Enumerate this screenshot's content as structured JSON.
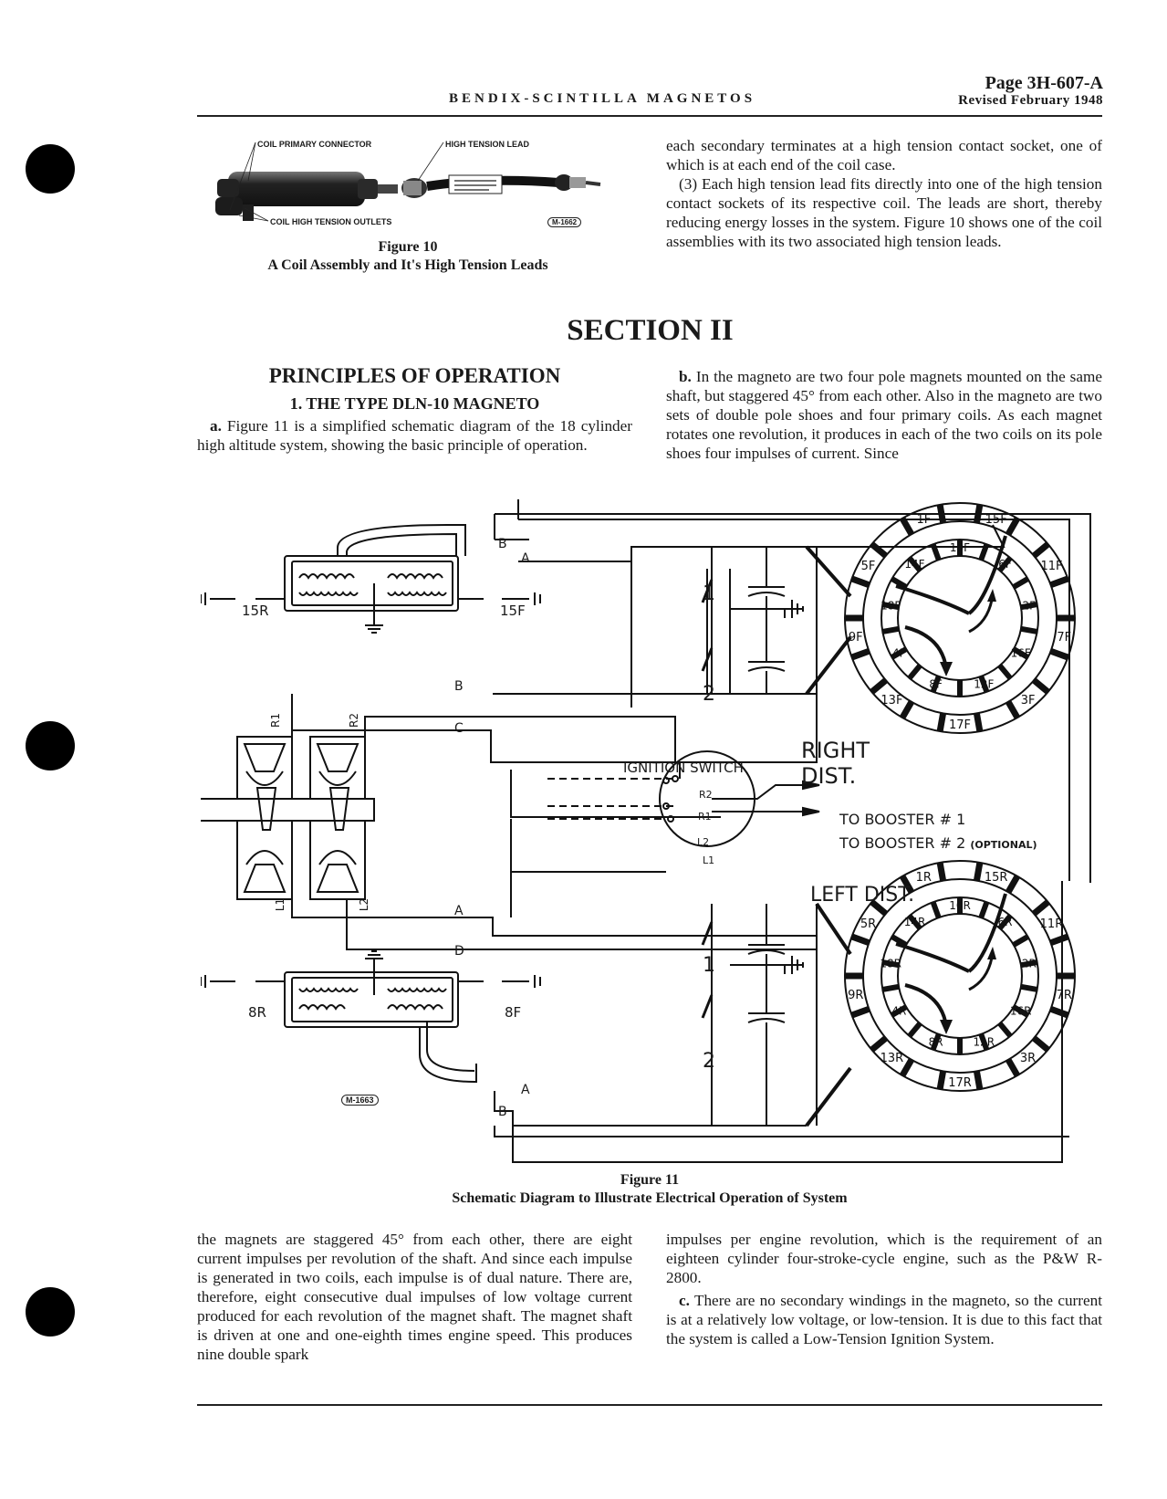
{
  "header": {
    "running_title": "BENDIX-SCINTILLA MAGNETOS",
    "page_number": "Page 3H-607-A",
    "revised": "Revised February 1948"
  },
  "figure10": {
    "label_primary": "COIL PRIMARY CONNECTOR",
    "label_lead": "HIGH TENSION LEAD",
    "label_outlets": "COIL HIGH TENSION OUTLETS",
    "plate": "M-1662",
    "caption_number": "Figure 10",
    "caption_title": "A Coil Assembly and It's High Tension Leads"
  },
  "top_right": {
    "p1": "each secondary terminates at a high tension contact socket, one of which is at each end of the coil case.",
    "p2": "(3) Each high tension lead fits directly into one of the high tension contact sockets of its respective coil. The leads are short, thereby reducing energy losses in the system. Figure 10 shows one of the coil assemblies with its two associated high tension leads."
  },
  "section": {
    "title": "SECTION II",
    "heading": "PRINCIPLES OF OPERATION",
    "subheading": "1. THE TYPE DLN-10 MAGNETO"
  },
  "col_left": {
    "a_label": "a.",
    "a_text": "Figure 11 is a simplified schematic diagram of the 18 cylinder high altitude system, showing the basic principle of operation."
  },
  "col_right": {
    "b_label": "b.",
    "b_text": "In the magneto are two four pole magnets mounted on the same shaft, but staggered 45° from each other. Also in the magneto are two sets of double pole shoes and four primary coils. As each magnet rotates one revolution, it produces in each of the two coils on its pole shoes four impulses of current. Since"
  },
  "figure11": {
    "caption_number": "Figure 11",
    "caption_title": "Schematic Diagram to Illustrate Electrical Operation of System",
    "plate": "M-1663",
    "ignition_switch": "IGNITION SWITCH",
    "right_dist": [
      "RIGHT",
      "DIST."
    ],
    "left_dist": "LEFT DIST.",
    "booster1": "TO BOOSTER # 1",
    "booster2": "TO BOOSTER # 2",
    "booster2_note": "(OPTIONAL)",
    "coil_top_left": "15R",
    "coil_top_right": "15F",
    "coil_bot_left": "8R",
    "coil_bot_right": "8F",
    "lead_labels": {
      "b1": "B",
      "c": "C",
      "a": "A",
      "d": "D",
      "a_top": "A",
      "b_top": "B",
      "a_bot": "A",
      "b_bot": "B"
    },
    "breaker_labels": [
      "1",
      "2",
      "1",
      "2"
    ],
    "resistors_top": [
      "R1",
      "R2"
    ],
    "resistors_bot": [
      "L1",
      "L2"
    ],
    "switch_terminals": [
      "R2",
      "R1",
      "L2",
      "L1"
    ],
    "right_outer": [
      "1F",
      "15F",
      "11F",
      "7F",
      "3F",
      "17F",
      "13F",
      "9F",
      "5F"
    ],
    "right_inner": [
      "10F",
      "6F",
      "2F",
      "16F",
      "12F",
      "8F",
      "4F",
      "18F",
      "14F"
    ],
    "left_outer": [
      "1R",
      "15R",
      "11R",
      "7R",
      "3R",
      "17R",
      "13R",
      "9R",
      "5R"
    ],
    "left_inner": [
      "10R",
      "6R",
      "2R",
      "16R",
      "12R",
      "8R",
      "4R",
      "18R",
      "14R"
    ]
  },
  "col_left_bottom": {
    "text": "the magnets are staggered 45° from each other, there are eight current impulses per revolution of the shaft. And since each impulse is generated in two coils, each impulse is of dual nature. There are, therefore, eight consecutive dual impulses of low voltage current produced for each revolution of the magnet shaft. The magnet shaft is driven at one and one-eighth times engine speed. This produces nine double spark"
  },
  "col_right_bottom": {
    "p1": "impulses per engine revolution, which is the requirement of an eighteen cylinder four-stroke-cycle engine, such as the P&W R-2800.",
    "c_label": "c.",
    "c_text": "There are no secondary windings in the magneto, so the current is at a relatively low voltage, or low-tension. It is due to this fact that the system is called a Low-Tension Ignition System."
  }
}
